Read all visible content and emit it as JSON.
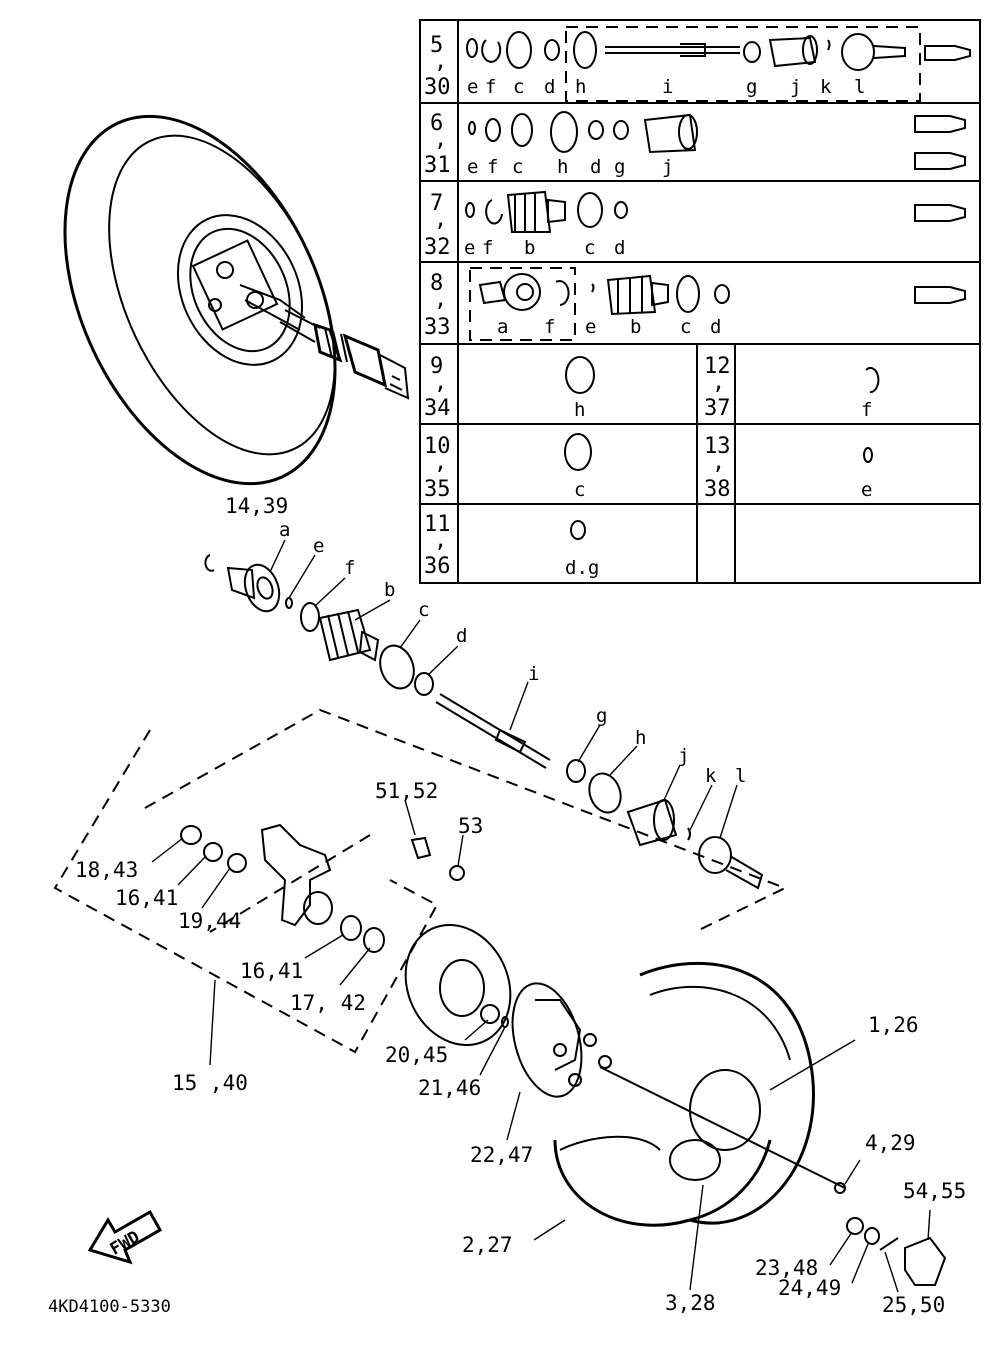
{
  "diagram_code": "4KD4100-5330",
  "fwd_label": "FWD",
  "kit_table": {
    "rows": [
      {
        "top": "5",
        "sep": ",",
        "bottom": "30",
        "letters": [
          "e",
          "f",
          "c",
          "d",
          "h",
          "i",
          "g",
          "j",
          "k",
          "l"
        ]
      },
      {
        "top": "6",
        "sep": ",",
        "bottom": "31",
        "letters": [
          "e",
          "f",
          "c",
          "h",
          "d",
          "g",
          "j"
        ]
      },
      {
        "top": "7",
        "sep": ",",
        "bottom": "32",
        "letters": [
          "e",
          "f",
          "b",
          "c",
          "d"
        ]
      },
      {
        "top": "8",
        "sep": ",",
        "bottom": "33",
        "letters": [
          "a",
          "f",
          "e",
          "b",
          "c",
          "d"
        ]
      },
      {
        "left": {
          "top": "9",
          "sep": ",",
          "bottom": "34",
          "letter": "h"
        },
        "right": {
          "top": "12",
          "sep": ",",
          "bottom": "37",
          "letter": "f"
        }
      },
      {
        "left": {
          "top": "10",
          "sep": ",",
          "bottom": "35",
          "letter": "c"
        },
        "right": {
          "top": "13",
          "sep": ",",
          "bottom": "38",
          "letter": "e"
        }
      },
      {
        "left": {
          "top": "11",
          "sep": ",",
          "bottom": "36",
          "letter": "d.g"
        }
      }
    ]
  },
  "callouts": {
    "c14_39": "14,39",
    "a": "a",
    "e": "e",
    "f": "f",
    "b": "b",
    "c": "c",
    "d": "d",
    "i": "i",
    "g": "g",
    "h": "h",
    "j": "j",
    "k": "k",
    "l": "l",
    "c51_52": "51,52",
    "c53": "53",
    "c18_43": "18,43",
    "c16_41a": "16,41",
    "c19_44": "19,44",
    "c16_41b": "16,41",
    "c17_42": "17, 42",
    "c15_40": "15 ,40",
    "c20_45": "20,45",
    "c21_46": "21,46",
    "c22_47": "22,47",
    "c1_26": "1,26",
    "c4_29": "4,29",
    "c54_55": "54,55",
    "c2_27": "2,27",
    "c23_48": "23,48",
    "c24_49": "24,49",
    "c3_28": "3,28",
    "c25_50": "25,50"
  }
}
